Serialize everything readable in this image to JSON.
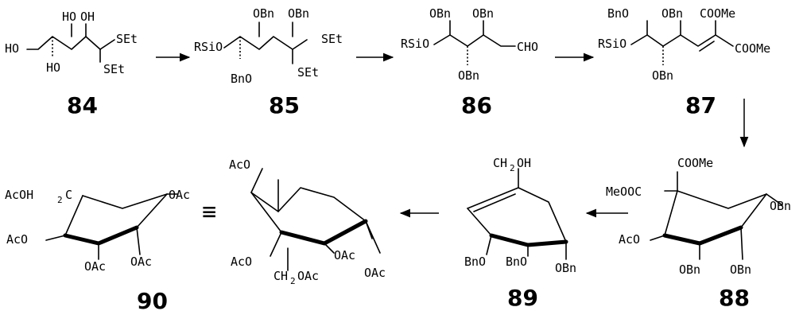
{
  "compounds": {
    "c84": {
      "number": "84",
      "labels": [
        "HO",
        "HO",
        "OH",
        "HO",
        "SEt",
        "SEt"
      ]
    },
    "c85": {
      "number": "85",
      "labels": [
        "RSiO",
        "OBn",
        "OBn",
        "BnO",
        "SEt",
        "SEt"
      ]
    },
    "c86": {
      "number": "86",
      "labels": [
        "RSiO",
        "OBn",
        "OBn",
        "OBn",
        "CHO"
      ]
    },
    "c87": {
      "number": "87",
      "labels": [
        "RSiO",
        "BnO",
        "OBn",
        "COOMe",
        "OBn",
        "COOMe"
      ]
    },
    "c88": {
      "number": "88",
      "labels": [
        "COOMe",
        "MeOOC",
        "AcO",
        "OBn",
        "OBn",
        "OBn"
      ]
    },
    "c89": {
      "number": "89",
      "labels": [
        "CH",
        "2",
        "OH",
        "BnO",
        "BnO",
        "OBn"
      ]
    },
    "c90": {
      "number": "90",
      "labels": [
        "AcOH",
        "2",
        "C",
        "AcO",
        "OAc",
        "OAc",
        "OAc",
        "AcO",
        "AcO",
        "CH",
        "2",
        "OAc",
        "OAc",
        "OAc"
      ],
      "equivalence": "≡"
    }
  }
}
